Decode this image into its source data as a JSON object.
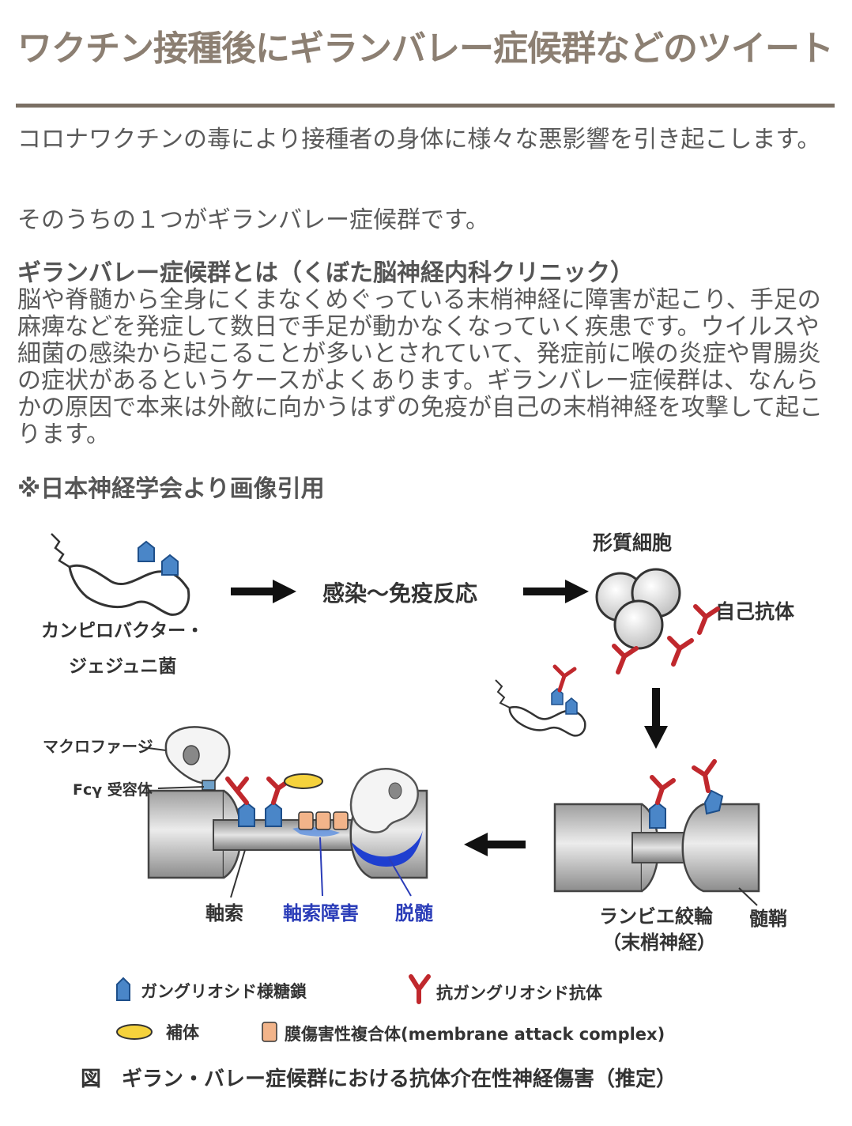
{
  "article": {
    "title": "ワクチン接種後にギランバレー症候群などのツイート",
    "paragraph1": "コロナワクチンの毒により接種者の身体に様々な悪影響を引き起こします。",
    "paragraph2": "そのうちの１つがギランバレー症候群です。",
    "definition_heading": "ギランバレー症候群とは（くぼた脳神経内科クリニック）",
    "definition_body": "脳や脊髄から全身にくまなくめぐっている末梢神経に障害が起こり、手足の麻痺などを発症して数日で手足が動かなくなっていく疾患です。ウイルスや細菌の感染から起こることが多いとされていて、発症前に喉の炎症や胃腸炎の症状があるというケースがよくあります。ギランバレー症候群は、なんらかの原因で本来は外敵に向かうはずの免疫が自己の末梢神経を攻撃して起こります。",
    "image_credit": "※日本神経学会より画像引用"
  },
  "figure": {
    "bacteria_label_1": "カンピロバクター・",
    "bacteria_label_2": "ジェジュニ菌",
    "infection_label": "感染～免疫反応",
    "plasma_cell_label": "形質細胞",
    "autoantibody_label": "自己抗体",
    "macrophage_label": "マクロファージ",
    "fc_receptor_label": "Fcγ 受容体",
    "axon_label": "軸索",
    "axon_damage_label": "軸索障害",
    "demyelination_label": "脱髄",
    "node_label_1": "ランビエ絞輪",
    "node_label_2": "（末梢神経）",
    "myelin_label": "髄鞘",
    "legend_ganglioside": "ガングリオシド様糖鎖",
    "legend_antibody": "抗ガングリオシド抗体",
    "legend_complement": "補体",
    "legend_mac": "膜傷害性複合体(membrane attack complex)",
    "caption": "図　ギラン・バレー症候群における抗体介在性神経傷害（推定）",
    "colors": {
      "ganglioside": "#4a86c8",
      "antibody": "#c0282d",
      "complement": "#f5d23c",
      "mac": "#f2b48a",
      "demyelination": "#1f3fd0",
      "blue_text": "#2a3cb8"
    }
  }
}
